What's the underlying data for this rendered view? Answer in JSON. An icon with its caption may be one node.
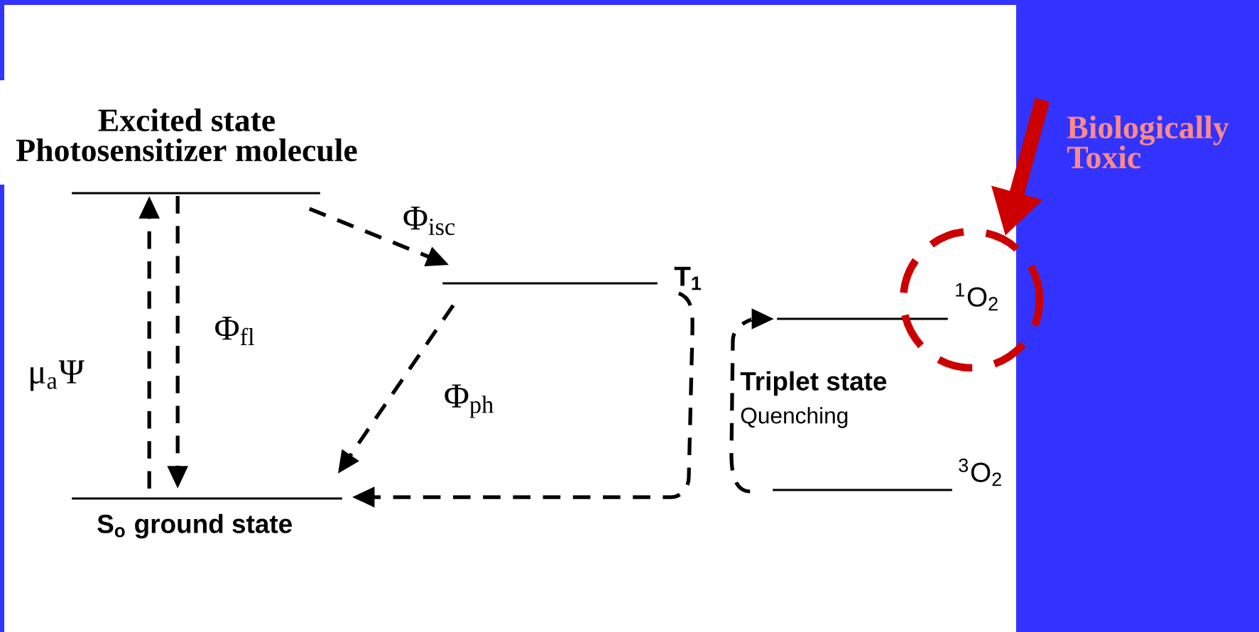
{
  "diagram": {
    "nodes": [
      {
        "text": [
          "Excited state Photosensitizer molecule"
        ]
      },
      {
        "text": [
          "T$_{1}$"
        ]
      },
      {
        "text": [
          "S$_{o}$ ground state"
        ]
      },
      {
        "text": [
          "$^{1}$O$_{2}$"
        ]
      },
      {
        "text": [
          "$^{3}$O$_{2}$"
        ]
      },
      {
        "text": [],
        "shape": "circle"
      },
      {
        "text": [
          "Biologically Toxic"
        ]
      }
    ],
    "edges": [
      {
        "from": 2,
        "to": 0,
        "arrow": "to",
        "style": "dashed",
        "label": "μ$_{a}$Ψ"
      },
      {
        "from": 0,
        "to": 2,
        "arrow": "to",
        "style": "dashed",
        "label": "Φ$_{fl}$"
      },
      {
        "from": 0,
        "to": 1,
        "arrow": "to",
        "style": "dashed",
        "label": "Φ$_{isc}$"
      },
      {
        "from": 1,
        "to": 2,
        "arrow": "to",
        "style": "dashed",
        "label": "Φ$_{ph}$"
      },
      {
        "from": 1,
        "to": 2,
        "arrow": "to",
        "style": "dashed"
      },
      {
        "from": 4,
        "to": 3,
        "arrow": "to",
        "style": "dashed"
      },
      {
        "from": 6,
        "to": 5,
        "arrow": "to",
        "style": "thick",
        "color": "#cc0000"
      }
    ],
    "labels": [
      "Triplet state",
      "Quenching"
    ]
  }
}
